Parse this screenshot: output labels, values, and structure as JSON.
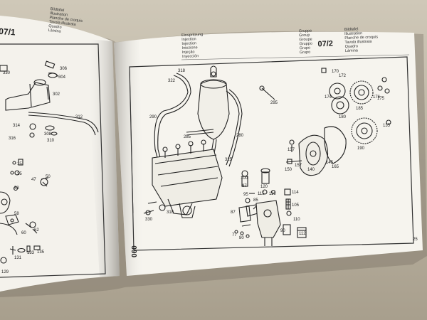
{
  "left_page": {
    "group_number": "07/1",
    "caption_lines": [
      "Bildtafel",
      "Illustration",
      "Planche de croquis",
      "Tavola illustrata",
      "Quadro",
      "Lámina"
    ],
    "callouts": [
      "330",
      "306",
      "304",
      "302",
      "312",
      "314",
      "316",
      "308",
      "310",
      "15",
      "25",
      "47",
      "50",
      "53",
      "58",
      "60",
      "62",
      "131",
      "133",
      "135",
      "129"
    ]
  },
  "right_page": {
    "section_lines": [
      "Einspritzung",
      "Injection",
      "Injection",
      "Iniezione",
      "Injeção",
      "Inyección"
    ],
    "group_lines": [
      "Gruppe",
      "Group",
      "Groupe",
      "Gruppo",
      "Grupo",
      "Grupo"
    ],
    "group_number": "07/2",
    "caption_lines": [
      "Bildtafel",
      "Illustration",
      "Planche de croquis",
      "Tavola illustrata",
      "Quadro",
      "Lámina"
    ],
    "page_code": "060",
    "page_number": "25",
    "callouts": [
      "322",
      "318",
      "290",
      "285",
      "280",
      "325",
      "330",
      "318",
      "295",
      "170",
      "172",
      "174",
      "175",
      "180",
      "185",
      "176",
      "135",
      "165",
      "190",
      "137",
      "140",
      "145",
      "150",
      "157",
      "100",
      "120",
      "97",
      "95",
      "85",
      "115",
      "116",
      "114",
      "87",
      "105",
      "110",
      "77",
      "80",
      "90",
      "112"
    ]
  }
}
